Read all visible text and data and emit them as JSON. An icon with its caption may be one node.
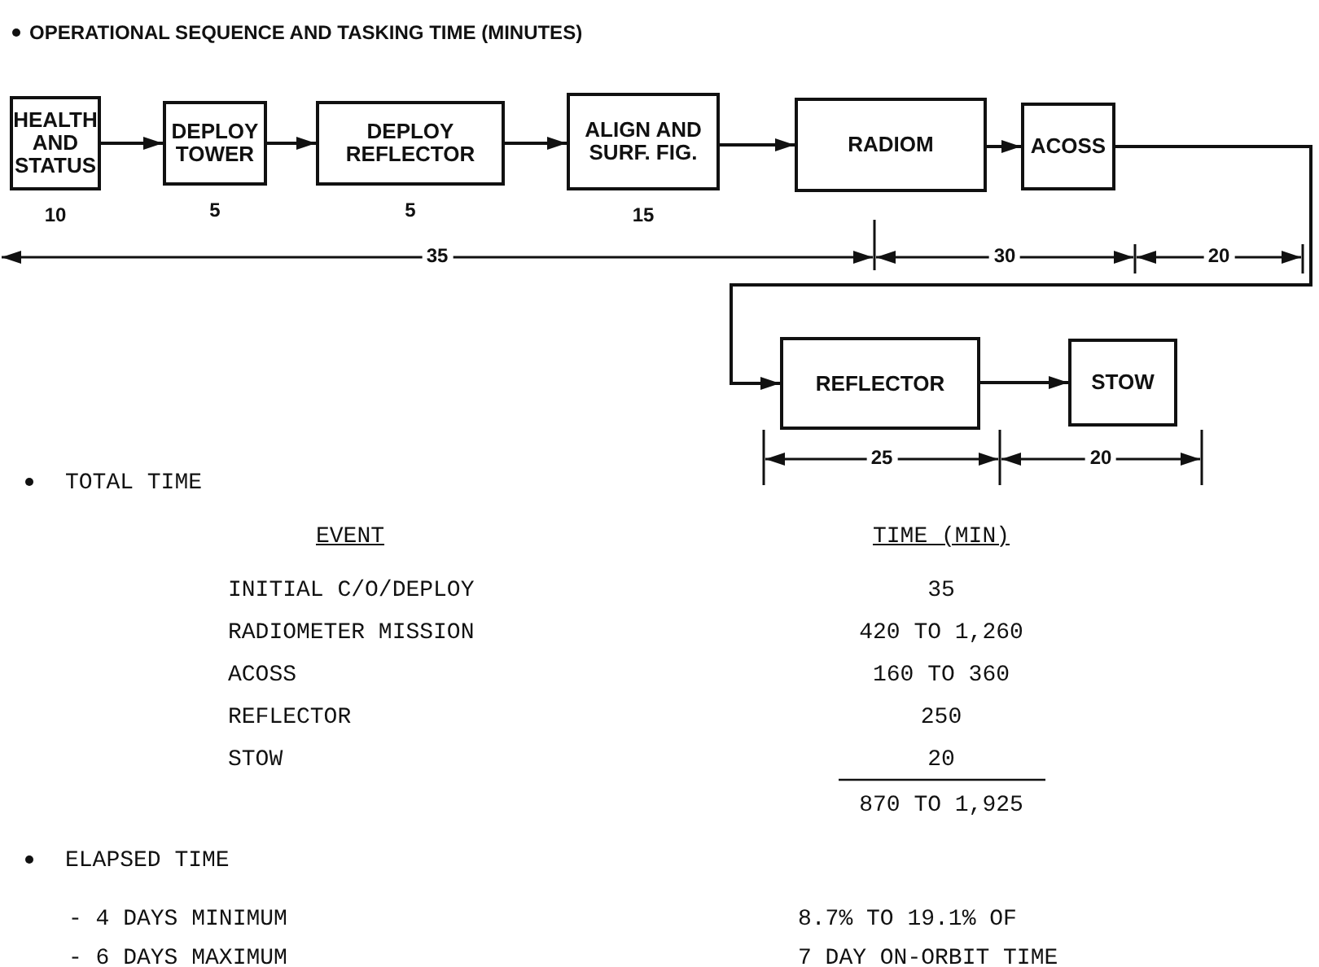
{
  "diagram": {
    "title": "OPERATIONAL SEQUENCE AND TASKING TIME (MINUTES)",
    "nodes": [
      {
        "text": [
          "HEALTH AND STATUS"
        ],
        "beside": [
          "10"
        ]
      },
      {
        "text": [
          "DEPLOY TOWER"
        ],
        "beside": [
          "5"
        ]
      },
      {
        "text": [
          "DEPLOY REFLECTOR"
        ],
        "beside": [
          "5"
        ]
      },
      {
        "text": [
          "ALIGN AND SURF. FIG."
        ],
        "beside": [
          "15"
        ]
      },
      {
        "text": [
          "RADIOM"
        ]
      },
      {
        "text": [
          "ACOSS"
        ]
      },
      {
        "text": [
          "REFLECTOR"
        ]
      },
      {
        "text": [
          "STOW"
        ]
      }
    ],
    "edges": [
      {
        "from": 0,
        "to": 1,
        "arrow": "to"
      },
      {
        "from": 1,
        "to": 2,
        "arrow": "to"
      },
      {
        "from": 2,
        "to": 3,
        "arrow": "to"
      },
      {
        "from": 3,
        "to": 4,
        "arrow": "to"
      },
      {
        "from": 4,
        "to": 5,
        "arrow": "to"
      },
      {
        "from": 5,
        "to": 6,
        "arrow": "to"
      },
      {
        "from": 6,
        "to": 7,
        "arrow": "to"
      }
    ],
    "labels": [
      "35",
      "30",
      "20",
      "25",
      "20",
      "TOTAL TIME",
      "EVENT",
      "TIME (MIN)",
      "INITIAL C/O/DEPLOY",
      "35",
      "RADIOMETER MISSION",
      "420 TO 1,260",
      "ACOSS",
      "160 TO 360",
      "REFLECTOR",
      "250",
      "STOW",
      "20",
      "870 TO 1,925",
      "ELAPSED TIME",
      "- 4 DAYS MINIMUM",
      "8.7% TO 19.1% OF",
      "- 6 DAYS MAXIMUM",
      "7 DAY ON-ORBIT TIME"
    ]
  }
}
